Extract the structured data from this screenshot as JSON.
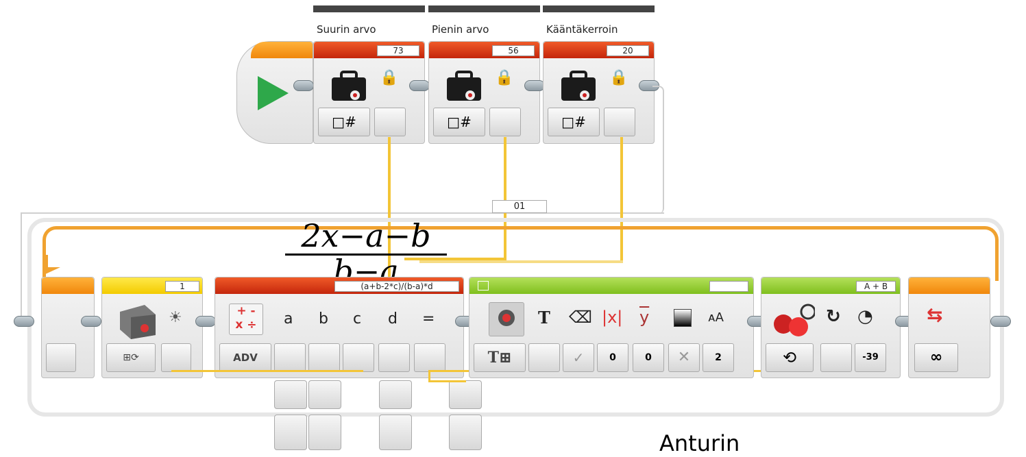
{
  "variables": [
    {
      "name": "Suurin arvo",
      "value": "73"
    },
    {
      "name": "Pienin arvo",
      "value": "56"
    },
    {
      "name": "Kääntäkerroin",
      "value": "20"
    }
  ],
  "wire_value": "01",
  "formula": {
    "numerator": "2x−a−b",
    "denominator": "b−a"
  },
  "sensor_block": {
    "port": "1"
  },
  "math_block": {
    "expression": "(a+b-2*c)/(b-a)*d",
    "mode_label": "ADV",
    "inputs": [
      "a",
      "b",
      "c",
      "d"
    ],
    "equals": "="
  },
  "display_block": {
    "params": [
      "0",
      "0",
      "2"
    ]
  },
  "move_block": {
    "ports": "A + B",
    "power": "-39"
  },
  "loop_end_symbol": "∞",
  "caption": "Anturin",
  "colors": {
    "wire": "#f3c537",
    "math": "#d9361a",
    "sensor": "#f3cb00",
    "display": "#8cc63f",
    "loop": "#f0870c"
  }
}
